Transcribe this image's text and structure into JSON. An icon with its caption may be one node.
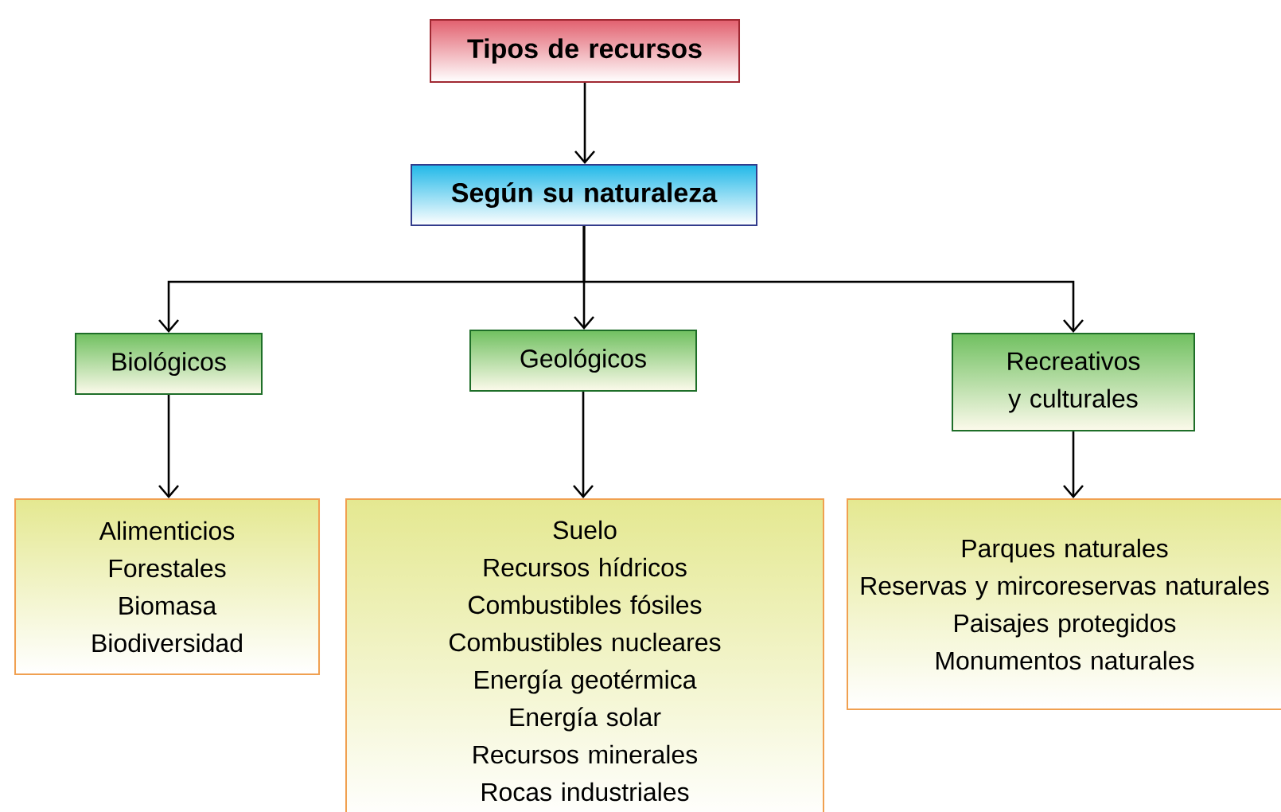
{
  "diagram": {
    "nodes": [
      {
        "text": [
          "Tipos de recursos"
        ]
      },
      {
        "text": [
          "Según su naturaleza"
        ]
      },
      {
        "text": [
          "Biológicos"
        ]
      },
      {
        "text": [
          "Geológicos"
        ]
      },
      {
        "text": [
          "Recreativos y culturales"
        ]
      },
      {
        "text": [
          "Alimenticios",
          "Forestales",
          "Biomasa",
          "Biodiversidad"
        ]
      },
      {
        "text": [
          "Suelo",
          "Recursos hídricos",
          "Combustibles fósiles",
          "Combustibles nucleares",
          "Energía geotérmica",
          "Energía solar",
          "Recursos minerales",
          "Rocas industriales"
        ]
      },
      {
        "text": [
          "Parques naturales",
          "Reservas y mircoreservas naturales",
          "Paisajes protegidos",
          "Monumentos naturales"
        ]
      }
    ],
    "edges": [
      {
        "from": 0,
        "to": 1,
        "arrow": "to"
      },
      {
        "from": 1,
        "to": 2,
        "arrow": "to"
      },
      {
        "from": 1,
        "to": 3,
        "arrow": "to"
      },
      {
        "from": 1,
        "to": 4,
        "arrow": "to"
      },
      {
        "from": 2,
        "to": 5,
        "arrow": "to"
      },
      {
        "from": 3,
        "to": 6,
        "arrow": "to"
      },
      {
        "from": 4,
        "to": 7,
        "arrow": "to"
      }
    ]
  }
}
